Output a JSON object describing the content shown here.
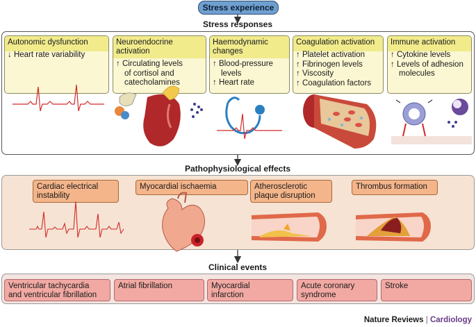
{
  "top": {
    "label": "Stress experience"
  },
  "sections": {
    "responses": "Stress responses",
    "patho": "Pathophysiological effects",
    "clinical": "Clinical events"
  },
  "responses": [
    {
      "title": "Autonomic dysfunction",
      "lines": [
        "↓ Heart rate variability"
      ]
    },
    {
      "title": [
        "Neuroendocrine",
        "activation"
      ],
      "lines": [
        "↑ Circulating levels",
        "of cortisol and",
        "catecholamines"
      ]
    },
    {
      "title": [
        "Haemodynamic",
        "changes"
      ],
      "lines": [
        "↑ Blood-pressure",
        "levels",
        "↑ Heart rate"
      ]
    },
    {
      "title": "Coagulation activation",
      "lines": [
        "↑ Platelet activation",
        "↑ Fibrinogen levels",
        "↑ Viscosity",
        "↑ Coagulation factors"
      ]
    },
    {
      "title": "Immune activation",
      "lines": [
        "↑ Cytokine levels",
        "↑ Levels of adhesion",
        "molecules"
      ]
    }
  ],
  "patho": [
    [
      "Cardiac electrical",
      "instability"
    ],
    [
      "Myocardial ischaemia"
    ],
    [
      "Atherosclerotic",
      "plaque disruption"
    ],
    [
      "Thrombus formation"
    ]
  ],
  "clinical": [
    [
      "Ventricular tachycardia",
      "and ventricular fibrillation"
    ],
    [
      "Atrial fibrillation"
    ],
    [
      "Myocardial",
      "infarction"
    ],
    [
      "Acute coronary",
      "syndrome"
    ],
    [
      "Stroke"
    ]
  ],
  "footer": {
    "publisher": "Nature Reviews",
    "separator": "|",
    "journal": "Cardiology"
  },
  "colors": {
    "pill": "#6f9fcf",
    "response_header": "#f1eb8c",
    "patho_box": "#f4b58a",
    "clinical_box": "#f2a9a3",
    "ecg": "#d02a2a"
  }
}
